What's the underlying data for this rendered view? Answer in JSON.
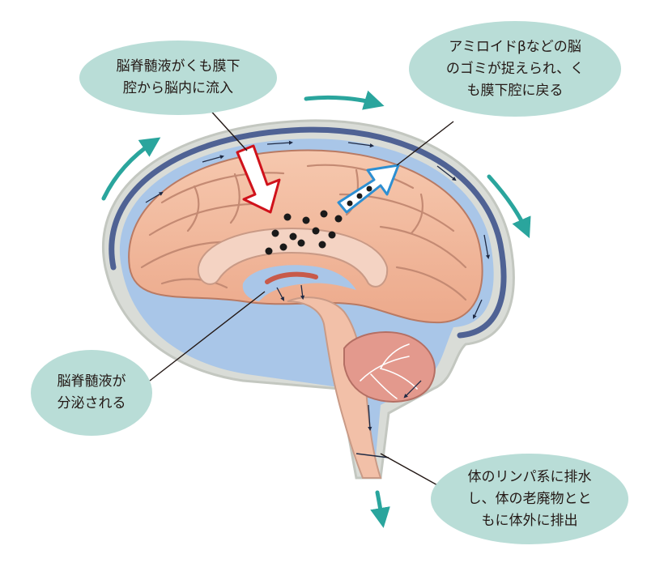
{
  "labels": {
    "csf_inflow": [
      "脳脊髄液がくも膜下",
      "腔から脳内に流入"
    ],
    "waste_return": [
      "アミロイドβなどの脳",
      "のゴミが捉えられ、く",
      "も膜下腔に戻る"
    ],
    "csf_secretion": [
      "脳脊髄液が",
      "分泌される"
    ],
    "lymph_drain": [
      "体のリンパ系に排水",
      "し、体の老廃物とと",
      "もに体外に排出"
    ]
  },
  "colors": {
    "bubble": "#b9ddd7",
    "flow_arrow": "#2aa59d",
    "csf": "#a9c6e8",
    "meninges": "#4f6294",
    "cortex": "#f2b89c",
    "inflow_arrow": "#d0121b",
    "outflow_arrow": "#2d8fd2",
    "waste": "#1a1a1a"
  },
  "icons": [
    "down-arrow-icon",
    "up-right-arrow-icon",
    "curved-flow-arrow-icon"
  ]
}
